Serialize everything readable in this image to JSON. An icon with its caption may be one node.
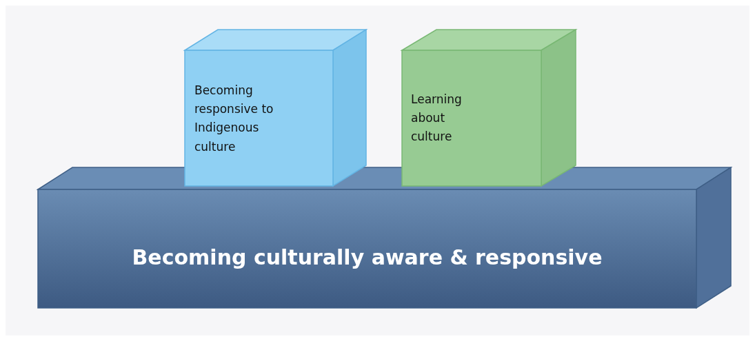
{
  "diagram": {
    "nodes": [
      {
        "text": [
          "Becoming responsive to Indigenous culture"
        ]
      },
      {
        "text": [
          "Learning about culture"
        ]
      },
      {
        "text": [
          "Becoming culturally aware & responsive"
        ]
      }
    ]
  }
}
